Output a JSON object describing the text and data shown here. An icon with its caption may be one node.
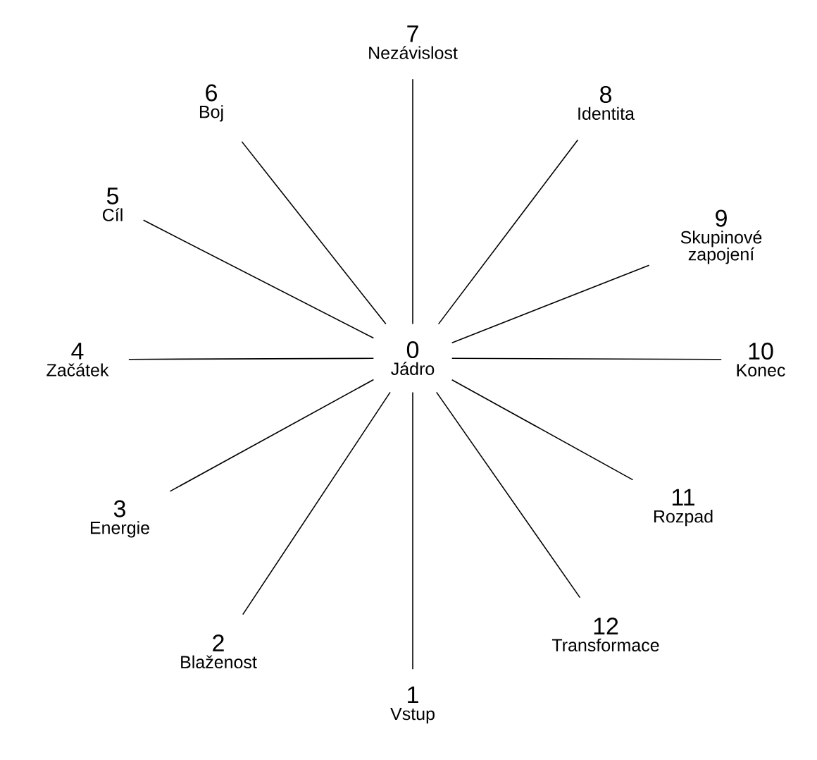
{
  "diagram": {
    "nodes": [
      {
        "text": [
          "0",
          "Jádro"
        ]
      },
      {
        "text": [
          "1",
          "Vstup"
        ]
      },
      {
        "text": [
          "2",
          "Blaženost"
        ]
      },
      {
        "text": [
          "3",
          "Energie"
        ]
      },
      {
        "text": [
          "4",
          "Začátek"
        ]
      },
      {
        "text": [
          "5",
          "Cíl"
        ]
      },
      {
        "text": [
          "6",
          "Boj"
        ]
      },
      {
        "text": [
          "7",
          "Nezávislost"
        ]
      },
      {
        "text": [
          "8",
          "Identita"
        ]
      },
      {
        "text": [
          "9",
          "Skupinové zapojení"
        ]
      },
      {
        "text": [
          "10",
          "Konec"
        ]
      },
      {
        "text": [
          "11",
          "Rozpad"
        ]
      },
      {
        "text": [
          "12",
          "Transformace"
        ]
      }
    ],
    "edges": [
      {
        "from": 0,
        "to": 1,
        "arrow": "none"
      },
      {
        "from": 0,
        "to": 2,
        "arrow": "none"
      },
      {
        "from": 0,
        "to": 3,
        "arrow": "none"
      },
      {
        "from": 0,
        "to": 4,
        "arrow": "none"
      },
      {
        "from": 0,
        "to": 5,
        "arrow": "none"
      },
      {
        "from": 0,
        "to": 6,
        "arrow": "none"
      },
      {
        "from": 0,
        "to": 7,
        "arrow": "none"
      },
      {
        "from": 0,
        "to": 8,
        "arrow": "none"
      },
      {
        "from": 0,
        "to": 9,
        "arrow": "none"
      },
      {
        "from": 0,
        "to": 10,
        "arrow": "none"
      },
      {
        "from": 0,
        "to": 11,
        "arrow": "none"
      },
      {
        "from": 0,
        "to": 12,
        "arrow": "none"
      }
    ]
  }
}
